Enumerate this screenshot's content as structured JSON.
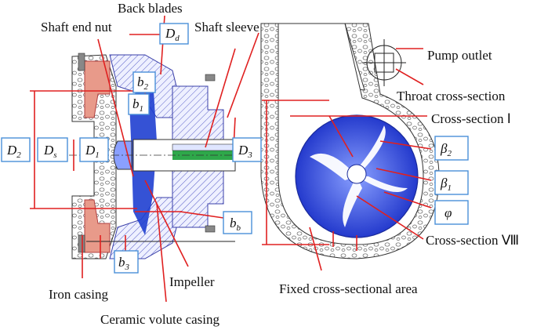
{
  "labels": {
    "back_blades": "Back blades",
    "shaft_end_nut": "Shaft end nut",
    "shaft_sleeve": "Shaft sleeve",
    "pump_outlet": "Pump outlet",
    "throat_cross_section": "Throat cross-section",
    "cross_section_1": "Cross-section Ⅰ",
    "cross_section_8": "Cross-section Ⅷ",
    "iron_casing": "Iron casing",
    "impeller": "Impeller",
    "fixed_area": "Fixed cross-sectional area",
    "ceramic_volute": "Ceramic volute casing"
  },
  "symbols": {
    "Dd": {
      "main": "D",
      "sub": "d"
    },
    "b2": {
      "main": "b",
      "sub": "2"
    },
    "b1": {
      "main": "b",
      "sub": "1"
    },
    "D2": {
      "main": "D",
      "sub": "2"
    },
    "Ds": {
      "main": "D",
      "sub": "s"
    },
    "D1": {
      "main": "D",
      "sub": "1"
    },
    "D3": {
      "main": "D",
      "sub": "3"
    },
    "bb": {
      "main": "b",
      "sub": "b"
    },
    "b3": {
      "main": "b",
      "sub": "3"
    },
    "beta2": {
      "main": "β",
      "sub": "2"
    },
    "beta1": {
      "main": "β",
      "sub": "1"
    },
    "phi": {
      "main": "φ",
      "sub": ""
    }
  },
  "colors": {
    "accent_red": "#e02020",
    "box_border": "#4a90d9",
    "impeller_blue": "#1f3fd0",
    "iron_pink": "#e89a8a",
    "shaft_green": "#2ea84a",
    "casing_blue": "#6a6fd8"
  }
}
